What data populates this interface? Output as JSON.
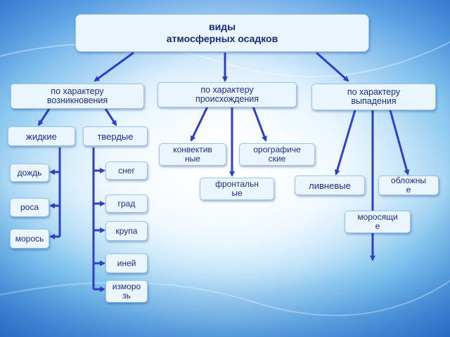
{
  "root": {
    "line1": "виды",
    "line2": "атмосферных осадков"
  },
  "categories": {
    "formation": "по характеру\nвозникновения",
    "origin": "по характеру\nпроисхождения",
    "precipitation": "по характеру\nвыпадения"
  },
  "formation_types": {
    "liquid": "жидкие",
    "solid": "твердые"
  },
  "liquid_items": [
    "дождь",
    "роса",
    "морось"
  ],
  "solid_items": [
    "снег",
    "град",
    "крупа",
    "иней",
    "изморо\nзь"
  ],
  "origin_items": {
    "convective": "конвектив\nные",
    "orographic": "орографиче\nские",
    "frontal": "фронтальн\nые"
  },
  "precip_items": {
    "showers": "ливневые",
    "overcast": "обложны\nе",
    "drizzle": "моросящи\nе"
  },
  "colors": {
    "arrow": "#2f3fc4",
    "node_bg": "#eaf5fd",
    "text": "#1b2d8a"
  }
}
